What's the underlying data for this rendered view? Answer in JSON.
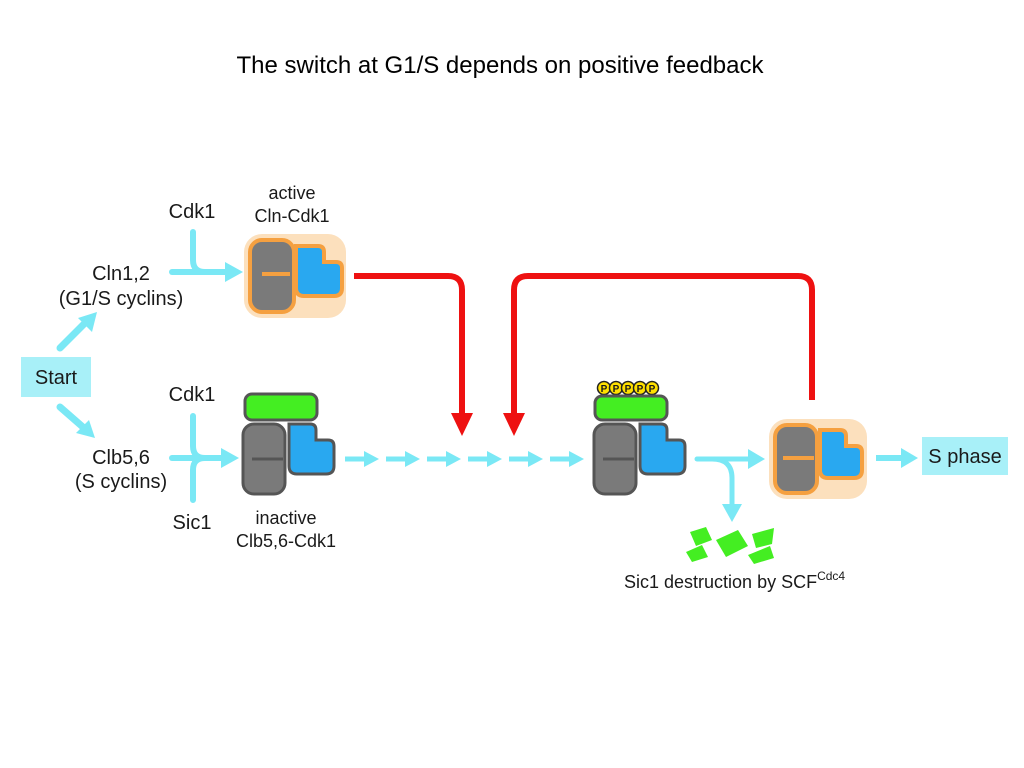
{
  "title": "The switch at G1/S depends on positive feedback",
  "labels": {
    "start": "Start",
    "s_phase": "S phase",
    "cdk1_top": "Cdk1",
    "cdk1_bottom": "Cdk1",
    "cln_line1": "Cln1,2",
    "cln_line2": "(G1/S cyclins)",
    "clb_line1": "Clb5,6",
    "clb_line2": "(S cyclins)",
    "sic1": "Sic1",
    "active_line1": "active",
    "active_line2": "Cln-Cdk1",
    "inactive_line1": "inactive",
    "inactive_line2": "Clb5,6-Cdk1",
    "destruction_main": "Sic1 destruction by SCF",
    "destruction_sup": "Cdc4",
    "phospho": [
      "P",
      "P",
      "P",
      "P",
      "P"
    ]
  },
  "colors": {
    "arrow_cyan": "#7ae8f5",
    "box_cyan": "#a8f0f8",
    "feedback_red": "#ee1111",
    "cdk_gray": "#7a7a7a",
    "cyclin_blue": "#29a8f0",
    "sic1_green": "#44ee22",
    "active_orange": "#f5a040",
    "phospho_yellow": "#ffe000"
  }
}
